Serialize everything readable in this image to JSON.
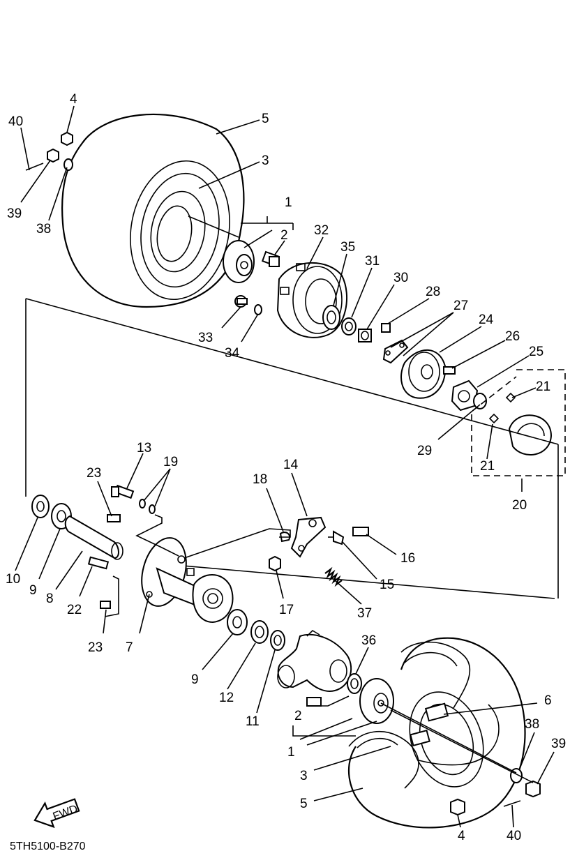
{
  "diagram": {
    "code": "5TH5100-B270",
    "fwd_label": "FWD",
    "labels": {
      "l40a": "40",
      "l4a": "4",
      "l5a": "5",
      "l3a": "3",
      "l1a": "1",
      "l2a": "2",
      "l32": "32",
      "l35": "35",
      "l31": "31",
      "l30": "30",
      "l28": "28",
      "l27": "27",
      "l24": "24",
      "l26": "26",
      "l25": "25",
      "l21a": "21",
      "l21b": "21",
      "l29": "29",
      "l20": "20",
      "l33": "33",
      "l34": "34",
      "l39a": "39",
      "l38a": "38",
      "l13": "13",
      "l19": "19",
      "l23a": "23",
      "l18": "18",
      "l14": "14",
      "l16": "16",
      "l15": "15",
      "l17": "17",
      "l37": "37",
      "l10": "10",
      "l9a": "9",
      "l8": "8",
      "l22": "22",
      "l23b": "23",
      "l7": "7",
      "l9b": "9",
      "l12": "12",
      "l11": "11",
      "l36": "36",
      "l6": "6",
      "l2b": "2",
      "l1b": "1",
      "l38b": "38",
      "l39b": "39",
      "l3b": "3",
      "l5b": "5",
      "l4b": "4",
      "l40b": "40"
    }
  }
}
